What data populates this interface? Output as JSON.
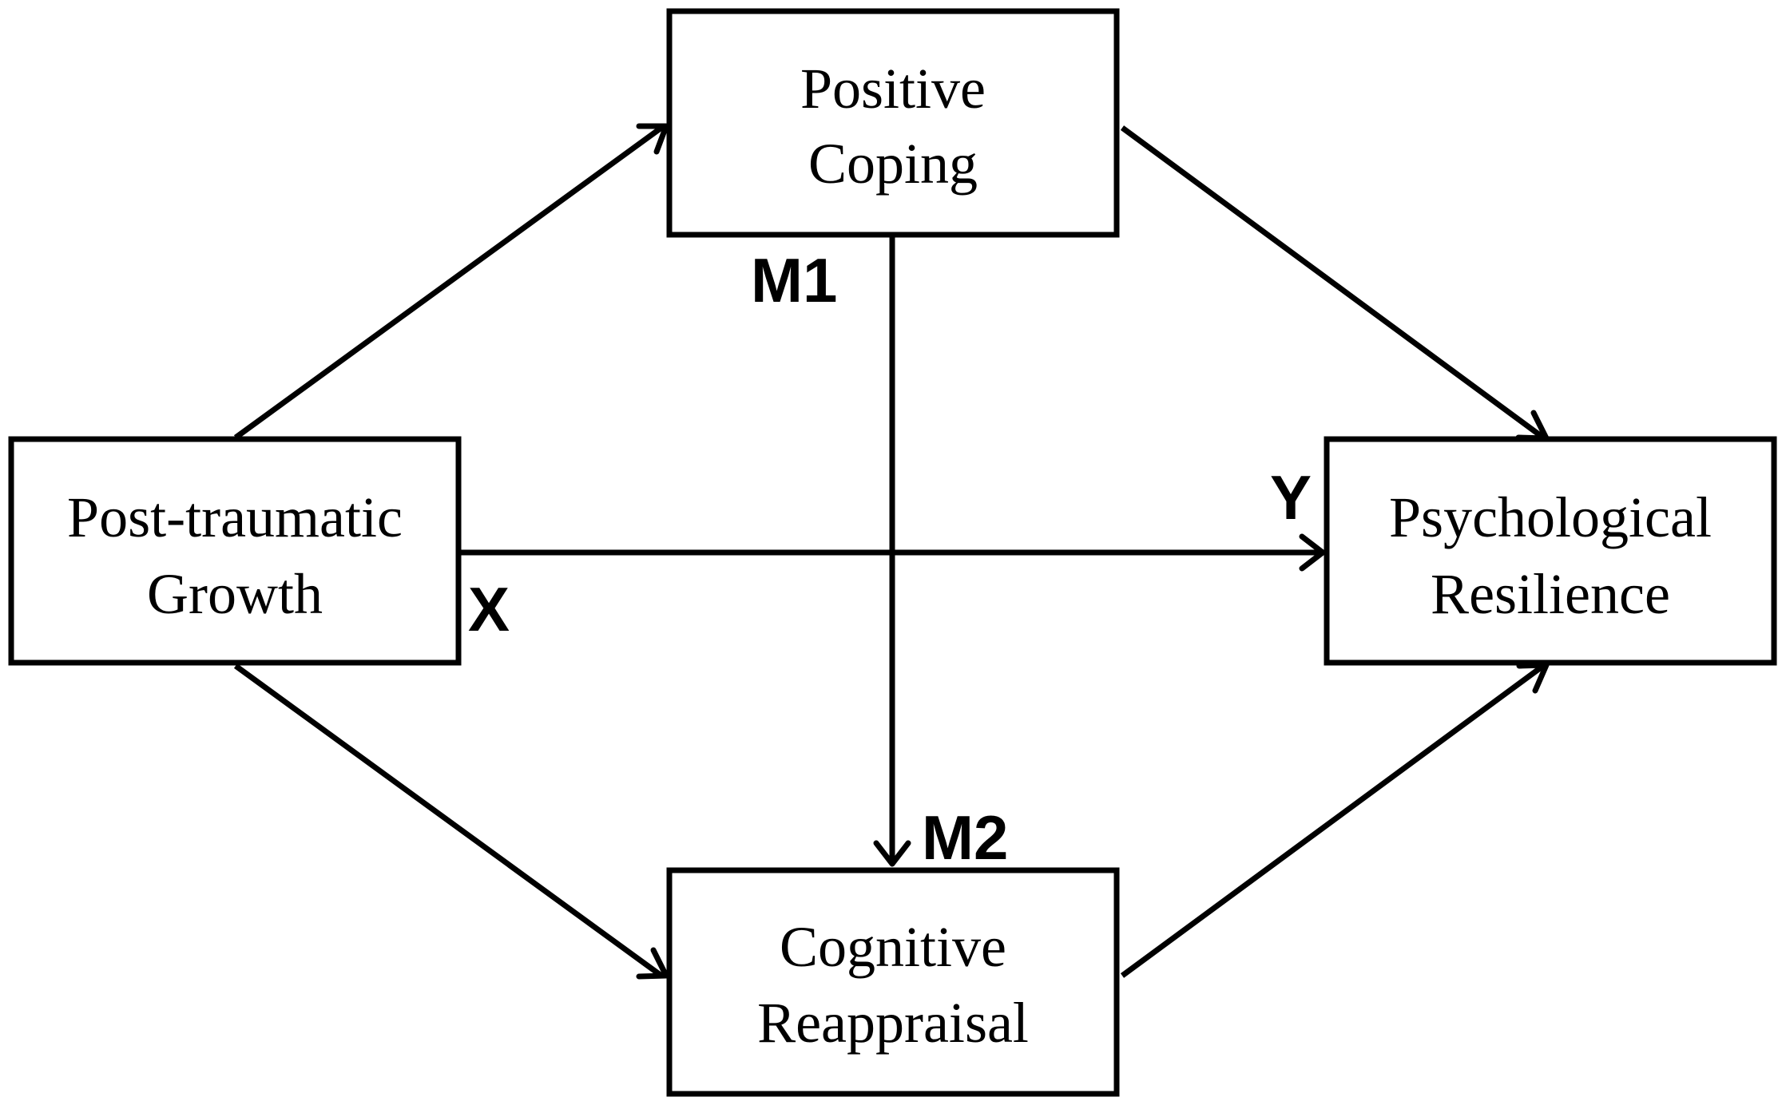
{
  "nodes": {
    "x": {
      "lines": [
        "Post-traumatic",
        "Growth"
      ],
      "tag": "X"
    },
    "m1": {
      "lines": [
        "Positive",
        "Coping"
      ],
      "tag": "M1"
    },
    "m2": {
      "lines": [
        "Cognitive",
        "Reappraisal"
      ],
      "tag": "M2"
    },
    "y": {
      "lines": [
        "Psychological",
        "Resilience"
      ],
      "tag": "Y"
    }
  },
  "edges": [
    {
      "from": "x",
      "to": "m1"
    },
    {
      "from": "x",
      "to": "m2"
    },
    {
      "from": "x",
      "to": "y"
    },
    {
      "from": "m1",
      "to": "m2"
    },
    {
      "from": "m1",
      "to": "y"
    },
    {
      "from": "m2",
      "to": "y"
    }
  ],
  "colors": {
    "stroke": "#000000",
    "background": "#ffffff"
  }
}
